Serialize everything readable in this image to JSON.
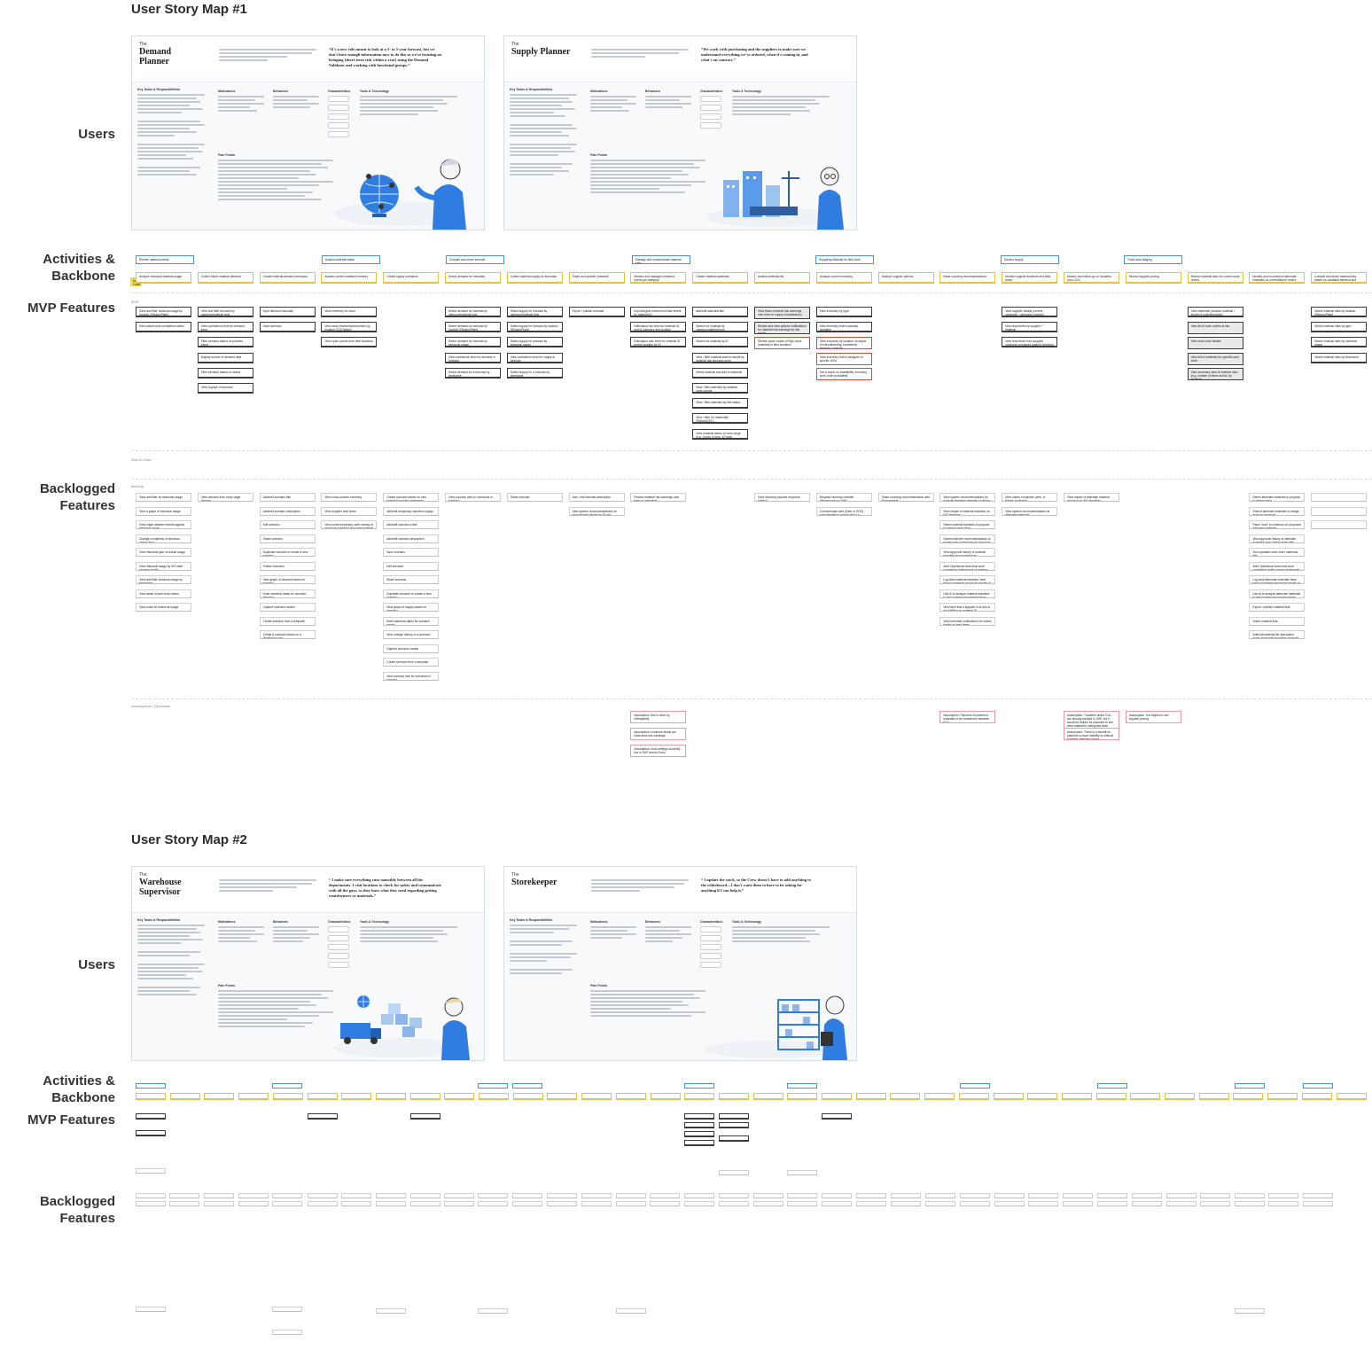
{
  "colors": {
    "activity_border": "#4a90d9",
    "step_border": "#e7c23c",
    "feature_border": "#3b3b3b",
    "assumption_border": "#e89aa6",
    "accent_blue": "#3d8fe0",
    "accent_red": "#e0453b",
    "sticky_yellow": "#f7d84b"
  },
  "maps": [
    {
      "title": "User Story Map #1",
      "row_labels": {
        "users": "Users",
        "activities": "Activities & Backbone",
        "mvp": "MVP Features",
        "backlog": "Backlogged Features"
      },
      "personas": [
        {
          "the": "The",
          "name": "Demand Planner",
          "quote": "“It's a new role meant to look at a 3- to 5-year forecast, but we don't have enough information now to do this so we're focusing on bringing [short-term risk within a year] using the Demand Validator and working with functional groups.”",
          "tasks_heading": "Key Tasks & Responsibilities",
          "motivations": "Motivations",
          "behaviors": "Behaviors",
          "characteristics": "Characteristics",
          "tools": "Tools & Technology",
          "pain": "Pain Points",
          "illustration_icon": "globe-illustration"
        },
        {
          "the": "The",
          "name": "Supply Planner",
          "quote": "“We work with purchasing and the suppliers to make sure we understand everything we've ordered, when it's coming in, and what's on contract.”",
          "tasks_heading": "Key Tasks & Responsibilities",
          "motivations": "Motivations",
          "behaviors": "Behaviors",
          "characteristics": "Characteristics",
          "tools": "Tools & Technology",
          "pain": "Pain Points",
          "illustration_icon": "factory-illustration"
        }
      ],
      "activities": [
        "Review material needs",
        "Assess material status",
        "Compile and share forecast",
        "Manage and communicate material risks",
        "Supplying Material for field work",
        "Monitor supply",
        "Track work staging"
      ],
      "steps": [
        "Analyze historical material usage",
        "Collect future material demand",
        "Create material demand scenarios",
        "Assess current material inventory",
        "Create supply scenarios",
        "Select demand for forecasts",
        "Collect material supply for forecasts",
        "Share and publish forecasts",
        "Monitor and manage combined needs per category",
        "Create material watchlists",
        "Assess material risk",
        "Analyze current inventory",
        "Analyze supplier options",
        "Make sourcing recommendations",
        "Monitor supplier timelines and lead times",
        "Monitor and follow-up on transfers (non-CDL)",
        "Monitor supplier pricing",
        "Review material risks for current work orders",
        "Identify and recommend alternate materials for current/future orders",
        "Compile and share material lists based on validated demand and supply"
      ],
      "sticky": "Demand Fcast",
      "stage_mvp": "MVP",
      "stage_nice": "Nice to Have",
      "stage_backlog": "Backlog",
      "stage_assumptions": "Assumptions / Questions",
      "mvp_features": [
        "View and filter historical usage by location (Region/Plant)",
        "View actual work completion dates",
        "View and filter demand by category/material type",
        "View confidence level for demand input",
        "Filter demand based on planned event",
        "Display source of demand data",
        "Filter demand based on status",
        "View a graph of demand",
        "Input demand manually",
        "Save scenario",
        "View inventory on hand",
        "View stock levels/replenishment by location (CDC/basin)",
        "View cycle counts from field locations",
        "Select demand for forecast by category/material type",
        "Select demand for forecast by location (Region/Plant)",
        "Select demand for forecast by seasonal usage",
        "View confidence level for demand in forecast",
        "Select demand for a forecast by timeframe",
        "Select supply for forecast by category/material type",
        "Select supply for forecast by location (Region/Plant)",
        "Select supply for forecast by seasonal usage",
        "View confidence level for supply in forecast",
        "Select supply for a forecast by timeframe",
        "Export / publish forecast",
        "Import/ingest current min/max levels by material ID",
        "Edit/adjust min level for material ID and/or category and location",
        "Edit/adjust max level for material ID and/or location by ID",
        "Add/edit watchlist title",
        "Search for material by category/material type",
        "Search for material by ID",
        "View / filter material search results by material risk scenario perm",
        "Select material and add to watchlist",
        "View / filter watchlist by material cycle counts",
        "View / filter watchlist by risk status",
        "View / filter for materiality (Region/CDC)",
        "View material based on time range (e.g. 3 mos, 6 mos, 12 mos)",
        "View future material risk warnings over time on supply (visualization)",
        "Review and view options notifications for material risk warnings by risk model",
        "Review cycle counts of high value materials in field locations",
        "View inventory by type",
        "View inventory that is actually available",
        "View inventory by location, inclusive of manufacturing, transferred between locations",
        "View inventory that is assigned to specific WOs",
        "Get a report on availability, inventory, work order probability",
        "View supplier details (current contracts + approved contract details)",
        "View lead times by supplier + material",
        "View lead times from supplier contracts compared against historical delivery lead times from that supplier",
        "View materials (location material / length of potential delay)",
        "View list of work orders at risk",
        "View work order details",
        "View list of materials for specific work order",
        "View summary view of material risks (e.g. number of items at risk, by location)",
        "Select material risks by location (Region/Plant)",
        "Select material risks by type",
        "Select material risks by historical usage",
        "Select material risks by timeframe"
      ],
      "backlog_features": [
        "View and filter by seasonal usage",
        "View a graph of historical usage",
        "View major weather events against historical usage",
        "Change complexity of historical usage view",
        "View historical plan vs actual usage",
        "View historical usage by SIS data process model",
        "View and filter historical usage by timeframe",
        "View detail of past work orders",
        "View costs for historical usage",
        "View demand from early stage designs",
        "Add/edit scenario title",
        "Add/edit scenario description",
        "Edit scenario",
        "Share scenario",
        "Duplicate scenario to create a new scenario",
        "Publish scenario",
        "View graph of demand based on scenario",
        "Enter start/end dates for scenario demand",
        "Capture scenario creator",
        "Create scenario from a template",
        "Create a scenario based on a distribution gap",
        "View cross-docked inventory",
        "View supplier lead times",
        "View current inventory with overlay of historical usage for the same material type",
        "Create scenario based on new potential supplier agreement",
        "Add/edit temporary/ sandbox supply",
        "Add/edit scenario a title",
        "Add/edit scenario description",
        "Save scenario",
        "Edit scenario",
        "Share scenario",
        "Duplicate scenario to create a new scenario",
        "View graph of supply based on scenario",
        "Enter start/end dates for scenario supply",
        "View change history of a scenario",
        "Capture scenario creator",
        "Create scenario from a template",
        "View success rate for scenarios in forecast",
        "View success rate for scenarios in forecast",
        "Share forecast",
        "Add / edit forecast description",
        "View system recommendations for new min/max levels by ID and location",
        "Review material risk warnings over time on watchlists",
        "View inventory request response (status)",
        "Request inventory transfer (Warehouse or Gate)",
        "Communicate with (Gate or SOD) procurement to inquire about a supplier option ID",
        "Share sourcing recommendation with Procurement",
        "View system recommendations for material transfers between locations",
        "View impact of material transfers on WO timelines",
        "Select material transfers to propose to warehousing team",
        "Submit transfer recommendations to warehouse supervisors for approval",
        "View approval history of material transfers from warehouse supervisors with comments",
        "Alert Operations team that work completion date impact of material transfers",
        "Log what material transfers have been suggested and those results of that communication",
        "Use AI to analyze material transfers to feed system recommendations",
        "View alert that a supplier is at risk of not fulfilling by material ID",
        "View reminder notifications for orders based on lead times",
        "View status of transfer (sent, in transit, received)",
        "View system recommendations for alternate materials",
        "View impact of alternate material proposal on WO timelines",
        "Select alternate materials to propose to design team",
        "Submit alternate materials to design team for approval",
        "Place “hold” in inventory on proposed alternate materials",
        "View approval history of alternate materials from design team with comments",
        "View updated work order materials lists",
        "Alert Operations team that work completion dates impact of alternate material",
        "Log what alternate materials have been suggested and those results of that communication",
        "Use AI to analyze alternate materials to feed system recommendations",
        "Export / publish material lists",
        "Share material lists",
        "Add/edit material list description (goes along with exporting a report)"
      ],
      "assumptions": [
        "Assumption: this is done by infrequently",
        "Assumption: minimum levels are what drive risk warnings",
        "Assumption: Insol settings currently live in SAP and/or Excel",
        "Assumption: Planners recommend materials to be transferred between DCs",
        "Assumption: Transfers under CDL are already tracked in SAP, but it would be helpful for planners to see what material is being/has been transferred",
        "Assumption: There is a benefit for planners to have visibility to internal transfers between basins",
        "Assumption: It is helpful to see supplier pricing"
      ]
    },
    {
      "title": "User Story Map #2",
      "row_labels": {
        "users": "Users",
        "activities": "Activities & Backbone",
        "mvp": "MVP Features",
        "backlog": "Backlogged Features"
      },
      "personas": [
        {
          "the": "The",
          "name": "Warehouse Supervisor",
          "quote": "“ I make sure everything runs smoothly between all the departments. I visit locations to check for safety and communicate with all the guys, so they have what they need regarding getting transformers or materials.”",
          "tasks_heading": "Key Tasks & Responsibilities",
          "motivations": "Motivations",
          "behaviors": "Behaviors",
          "characteristics": "Characteristics",
          "tools": "Tools & Technology",
          "pain": "Pain Points",
          "illustration_icon": "warehouse-truck-illustration"
        },
        {
          "the": "The",
          "name": "Storekeeper",
          "quote": "“ I update the stock, so the Crew doesn't have to add anything to the whiteboard…I don't want them to have to be asking for anything if I can help it.”",
          "tasks_heading": "Key Tasks & Responsibilities",
          "motivations": "Motivations",
          "behaviors": "Behaviors",
          "characteristics": "Characteristics",
          "tools": "Tools & Technology",
          "pain": "Pain Points",
          "illustration_icon": "shelving-illustration"
        }
      ]
    }
  ]
}
